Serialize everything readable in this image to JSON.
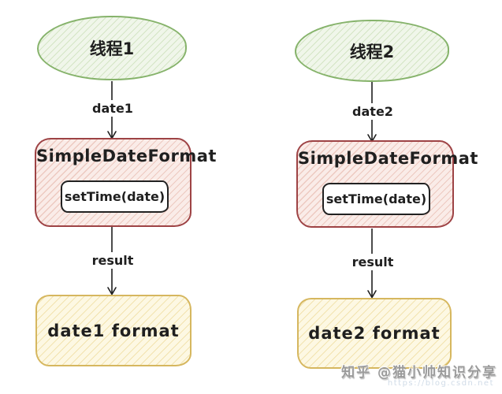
{
  "diagram": {
    "columns": [
      {
        "thread_label": "线程1",
        "input_arrow_label": "date1",
        "processor_title": "SimpleDateFormat",
        "method_label": "setTime(date)",
        "result_arrow_label": "result",
        "output_label": "date1 format"
      },
      {
        "thread_label": "线程2",
        "input_arrow_label": "date2",
        "processor_title": "SimpleDateFormat",
        "method_label": "setTime(date)",
        "result_arrow_label": "result",
        "output_label": "date2 format"
      }
    ],
    "colors": {
      "green_stroke": "#86b36b",
      "green_fill": "#f0f6ea",
      "green_hatch": "#d4e5c5",
      "red_stroke": "#9e4345",
      "red_fill": "#faece8",
      "red_hatch": "#edc9c0",
      "yellow_stroke": "#d6b75f",
      "yellow_fill": "#fdf8e3",
      "yellow_hatch": "#f2e3af",
      "ink": "#1f1f1f",
      "watermark_gray": "#9a9a9a",
      "watermark_url_color": "#c5d3e2"
    }
  },
  "watermark": {
    "text": "知乎 @猫小帅知识分享",
    "url_text": "https://blog.csdn.net"
  }
}
